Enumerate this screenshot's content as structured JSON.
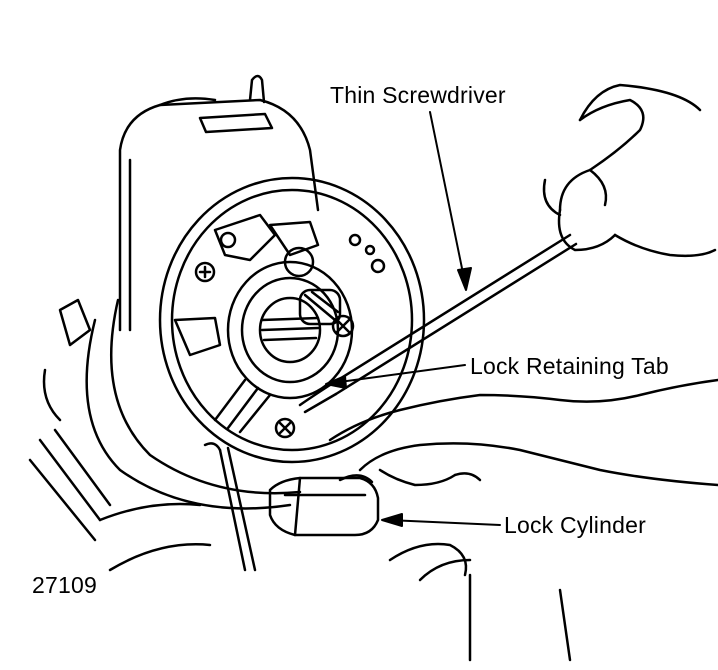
{
  "labels": {
    "screwdriver": "Thin Screwdriver",
    "retaining_tab": "Lock Retaining Tab",
    "lock_cylinder": "Lock Cylinder"
  },
  "figure_number": "27109",
  "colors": {
    "ink": "#000000",
    "paper": "#ffffff"
  }
}
